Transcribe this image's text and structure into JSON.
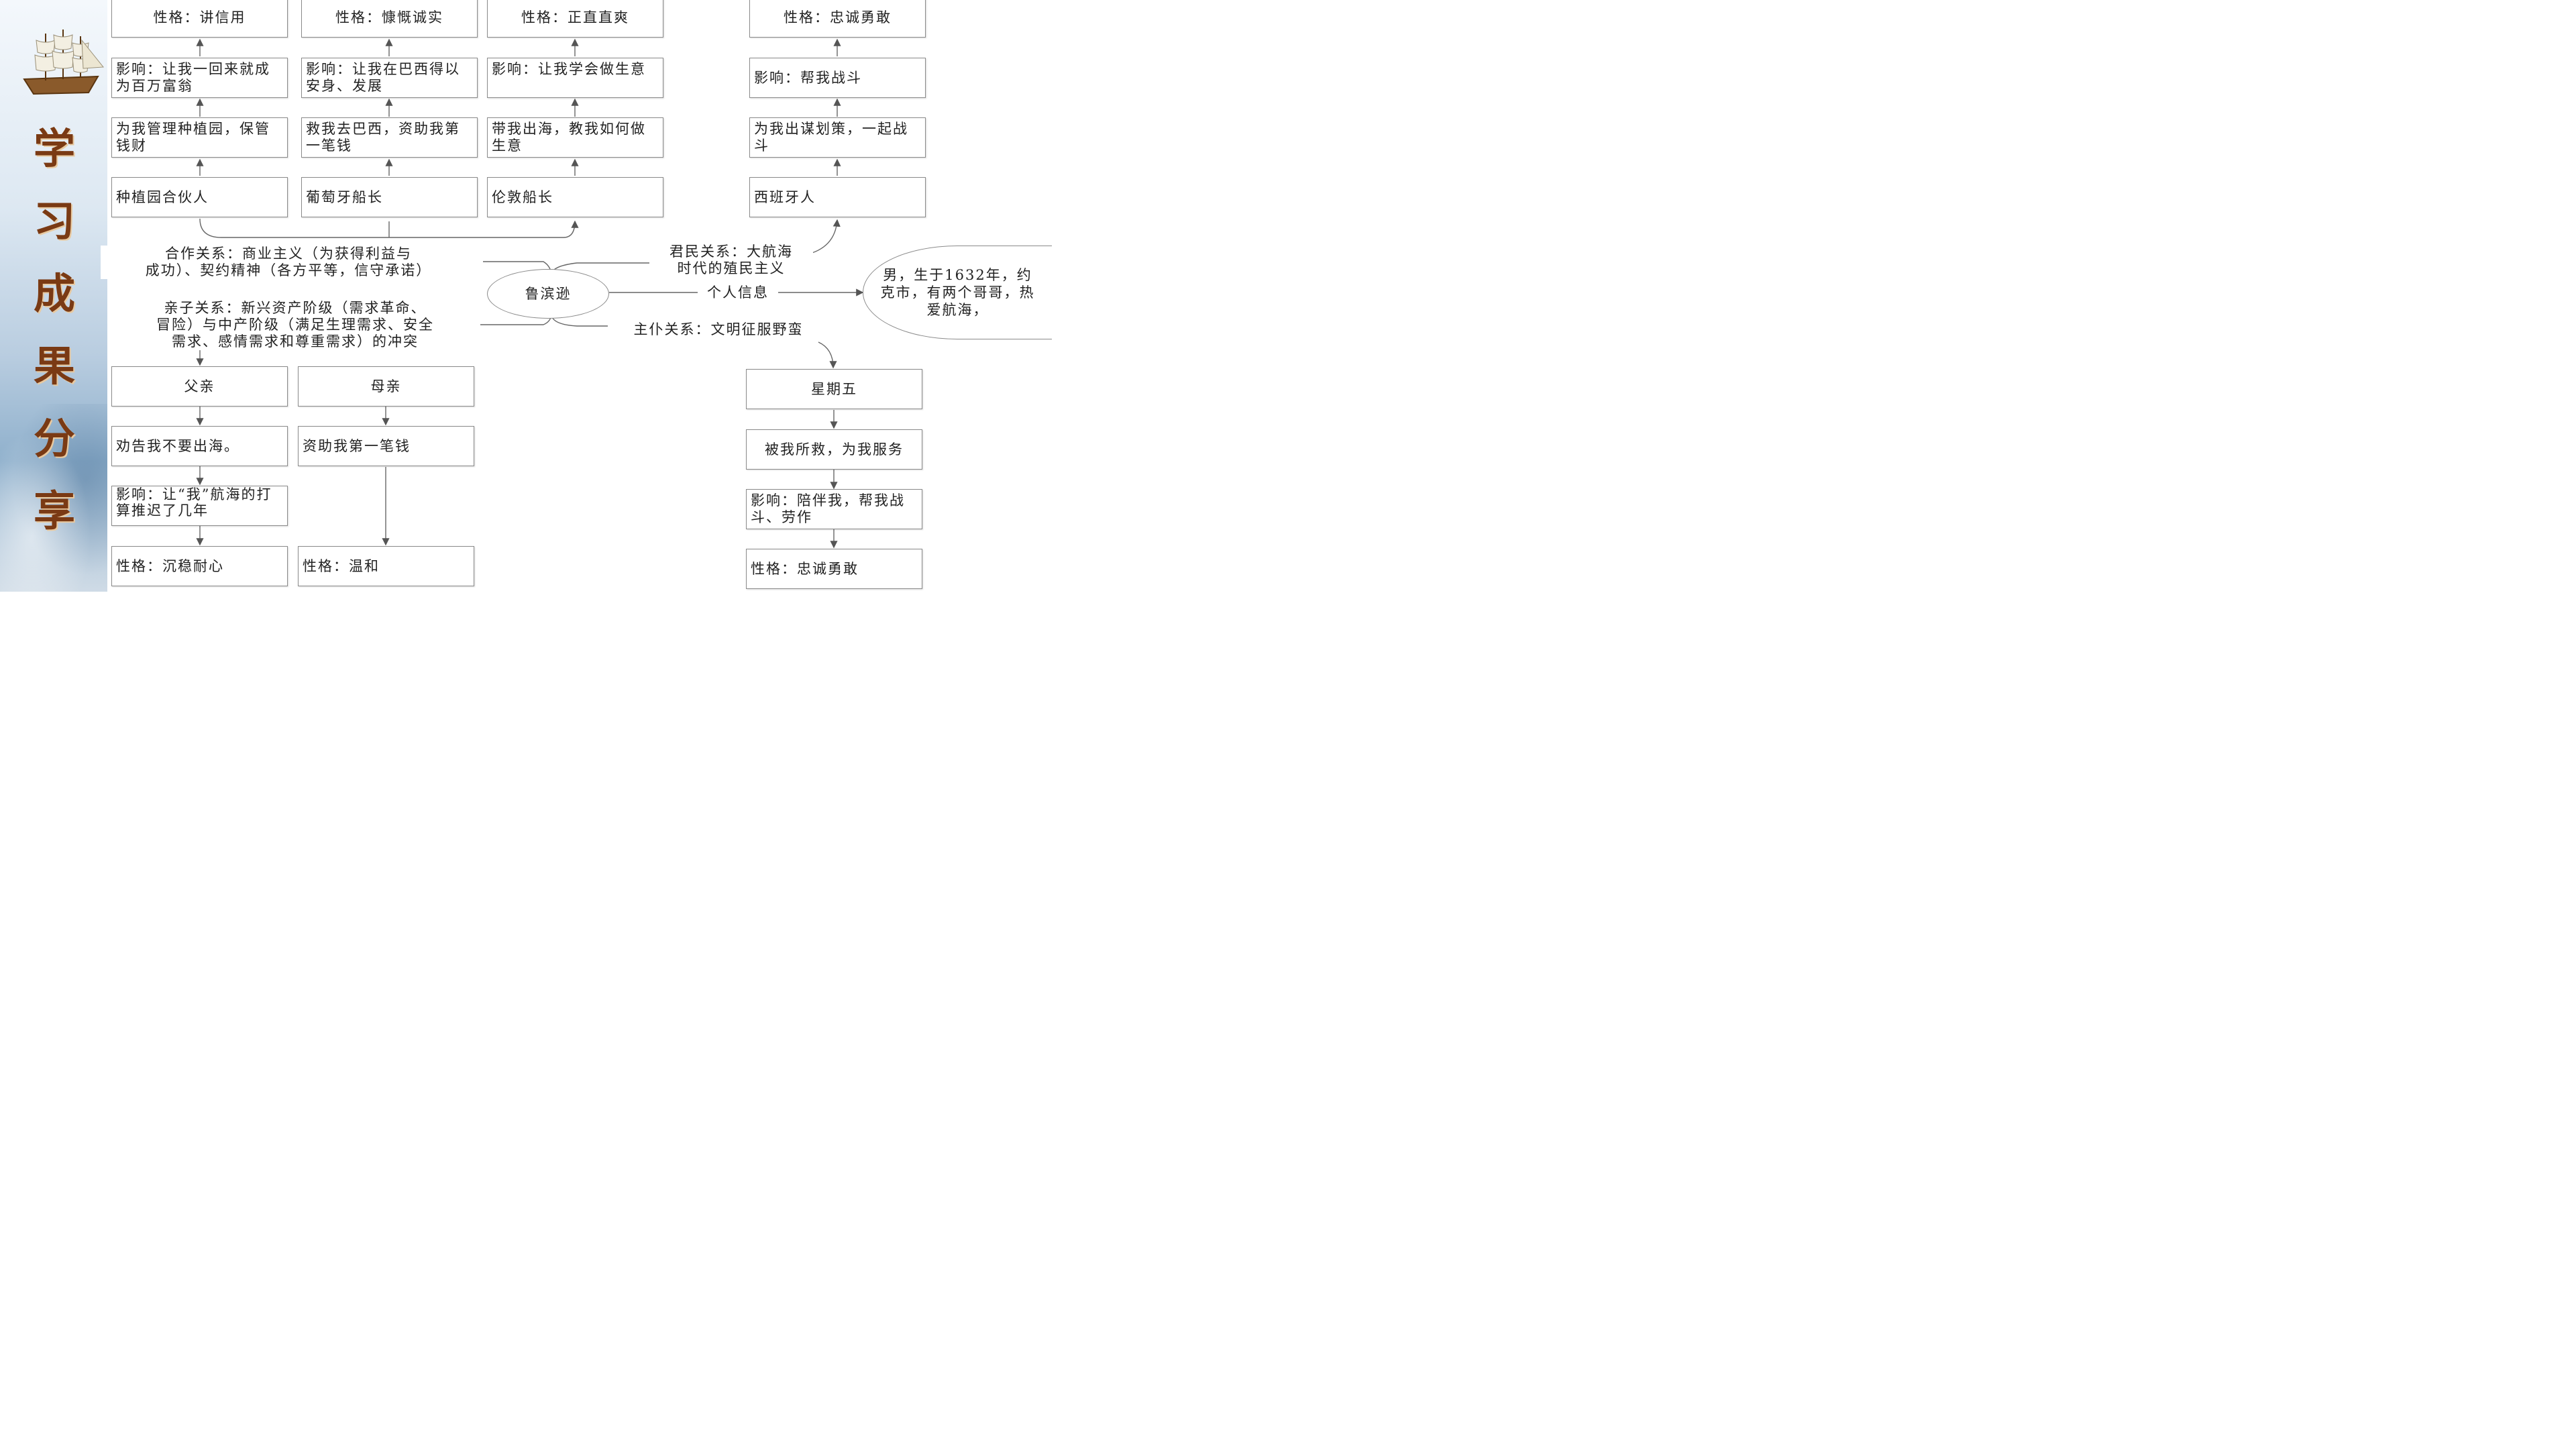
{
  "sidebar": {
    "title_chars": [
      "学",
      "习",
      "成",
      "果",
      "分",
      "享"
    ]
  },
  "diagram": {
    "center": "鲁滨逊",
    "personal_info_label": "个人信息",
    "personal_info": "男，生于1632年，约克市，有两个哥哥，热爱航海，",
    "relations": {
      "cooperation": {
        "line1": "合作关系：商业主义（为获得利益与",
        "line2": "成功）、契约精神（各方平等，信守承诺）"
      },
      "ruler": {
        "line1": "君民关系：大航海",
        "line2": "时代的殖民主义"
      },
      "parent": {
        "line1": "亲子关系：新兴资产阶级（需求革命、",
        "line2": "冒险）与中产阶级（满足生理需求、安全",
        "line3": "需求、感情需求和尊重需求）的冲突"
      },
      "master": "主仆关系：文明征服野蛮"
    },
    "columns": [
      {
        "role": "种植园合伙人",
        "deed": "为我管理种植园，保管钱财",
        "influence": "影响：让我一回来就成为百万富翁",
        "character": "性格：讲信用"
      },
      {
        "role": "葡萄牙船长",
        "deed": "救我去巴西，资助我第一笔钱",
        "influence": "影响：让我在巴西得以安身、发展",
        "character": "性格：慷慨诚实"
      },
      {
        "role": "伦敦船长",
        "deed": "带我出海，教我如何做生意",
        "influence": "影响：让我学会做生意",
        "character": "性格：正直直爽"
      },
      {
        "role": "西班牙人",
        "deed": "为我出谋划策，一起战斗",
        "influence": "影响：帮我战斗",
        "character": "性格：忠诚勇敢"
      }
    ],
    "father": {
      "role": "父亲",
      "deed": "劝告我不要出海。",
      "influence": "影响：让“我”航海的打算推迟了几年",
      "character": "性格：沉稳耐心"
    },
    "mother": {
      "role": "母亲",
      "deed": "资助我第一笔钱",
      "character": "性格：温和"
    },
    "friday": {
      "role": "星期五",
      "deed": "被我所救，为我服务",
      "influence": "影响：陪伴我，帮我战斗、劳作",
      "character": "性格：忠诚勇敢"
    }
  }
}
